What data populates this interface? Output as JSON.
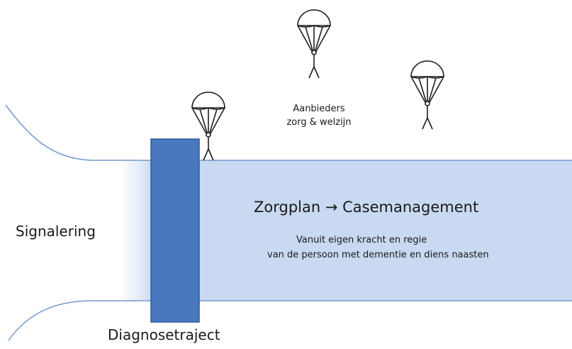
{
  "labels": {
    "signalering": "Signalering",
    "diagnose": "Diagnosetraject",
    "zorgplan": "Zorgplan → Casemanagement",
    "sub_line1": "Vanuit eigen kracht en regie",
    "sub_line2": "van de persoon met dementie en diens naasten",
    "providers_line1": "Aanbieders",
    "providers_line2": "zorg & welzijn"
  },
  "colors": {
    "channel_fill": "#c9d9f1",
    "channel_edge": "#7397cc",
    "bar_fill": "#4a78be",
    "bar_edge": "#2e5a9c",
    "figure": "#1f1f1f"
  },
  "icons": [
    "parachute-person-icon",
    "parachute-person-icon",
    "parachute-person-icon"
  ]
}
